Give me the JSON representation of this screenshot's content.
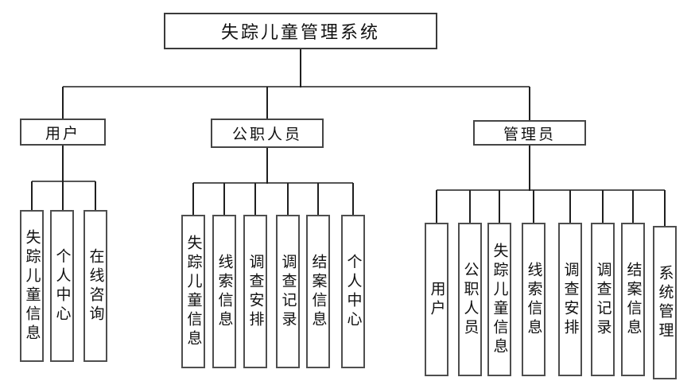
{
  "tree": {
    "root": "失踪儿童管理系统",
    "branches": [
      {
        "label": "用户",
        "children": [
          "失踪儿童信息",
          "个人中心",
          "在线咨询"
        ]
      },
      {
        "label": "公职人员",
        "children": [
          "失踪儿童信息",
          "线索信息",
          "调查安排",
          "调查记录",
          "结案信息",
          "个人中心"
        ]
      },
      {
        "label": "管理员",
        "children": [
          "用户",
          "公职人员",
          "失踪儿童信息",
          "线索信息",
          "调查安排",
          "调查记录",
          "结案信息",
          "系统管理"
        ]
      }
    ]
  },
  "colors": {
    "background": "#ffffff",
    "connector_line": "#1f1f1f",
    "box_border": "#454545",
    "text": "#111111"
  }
}
